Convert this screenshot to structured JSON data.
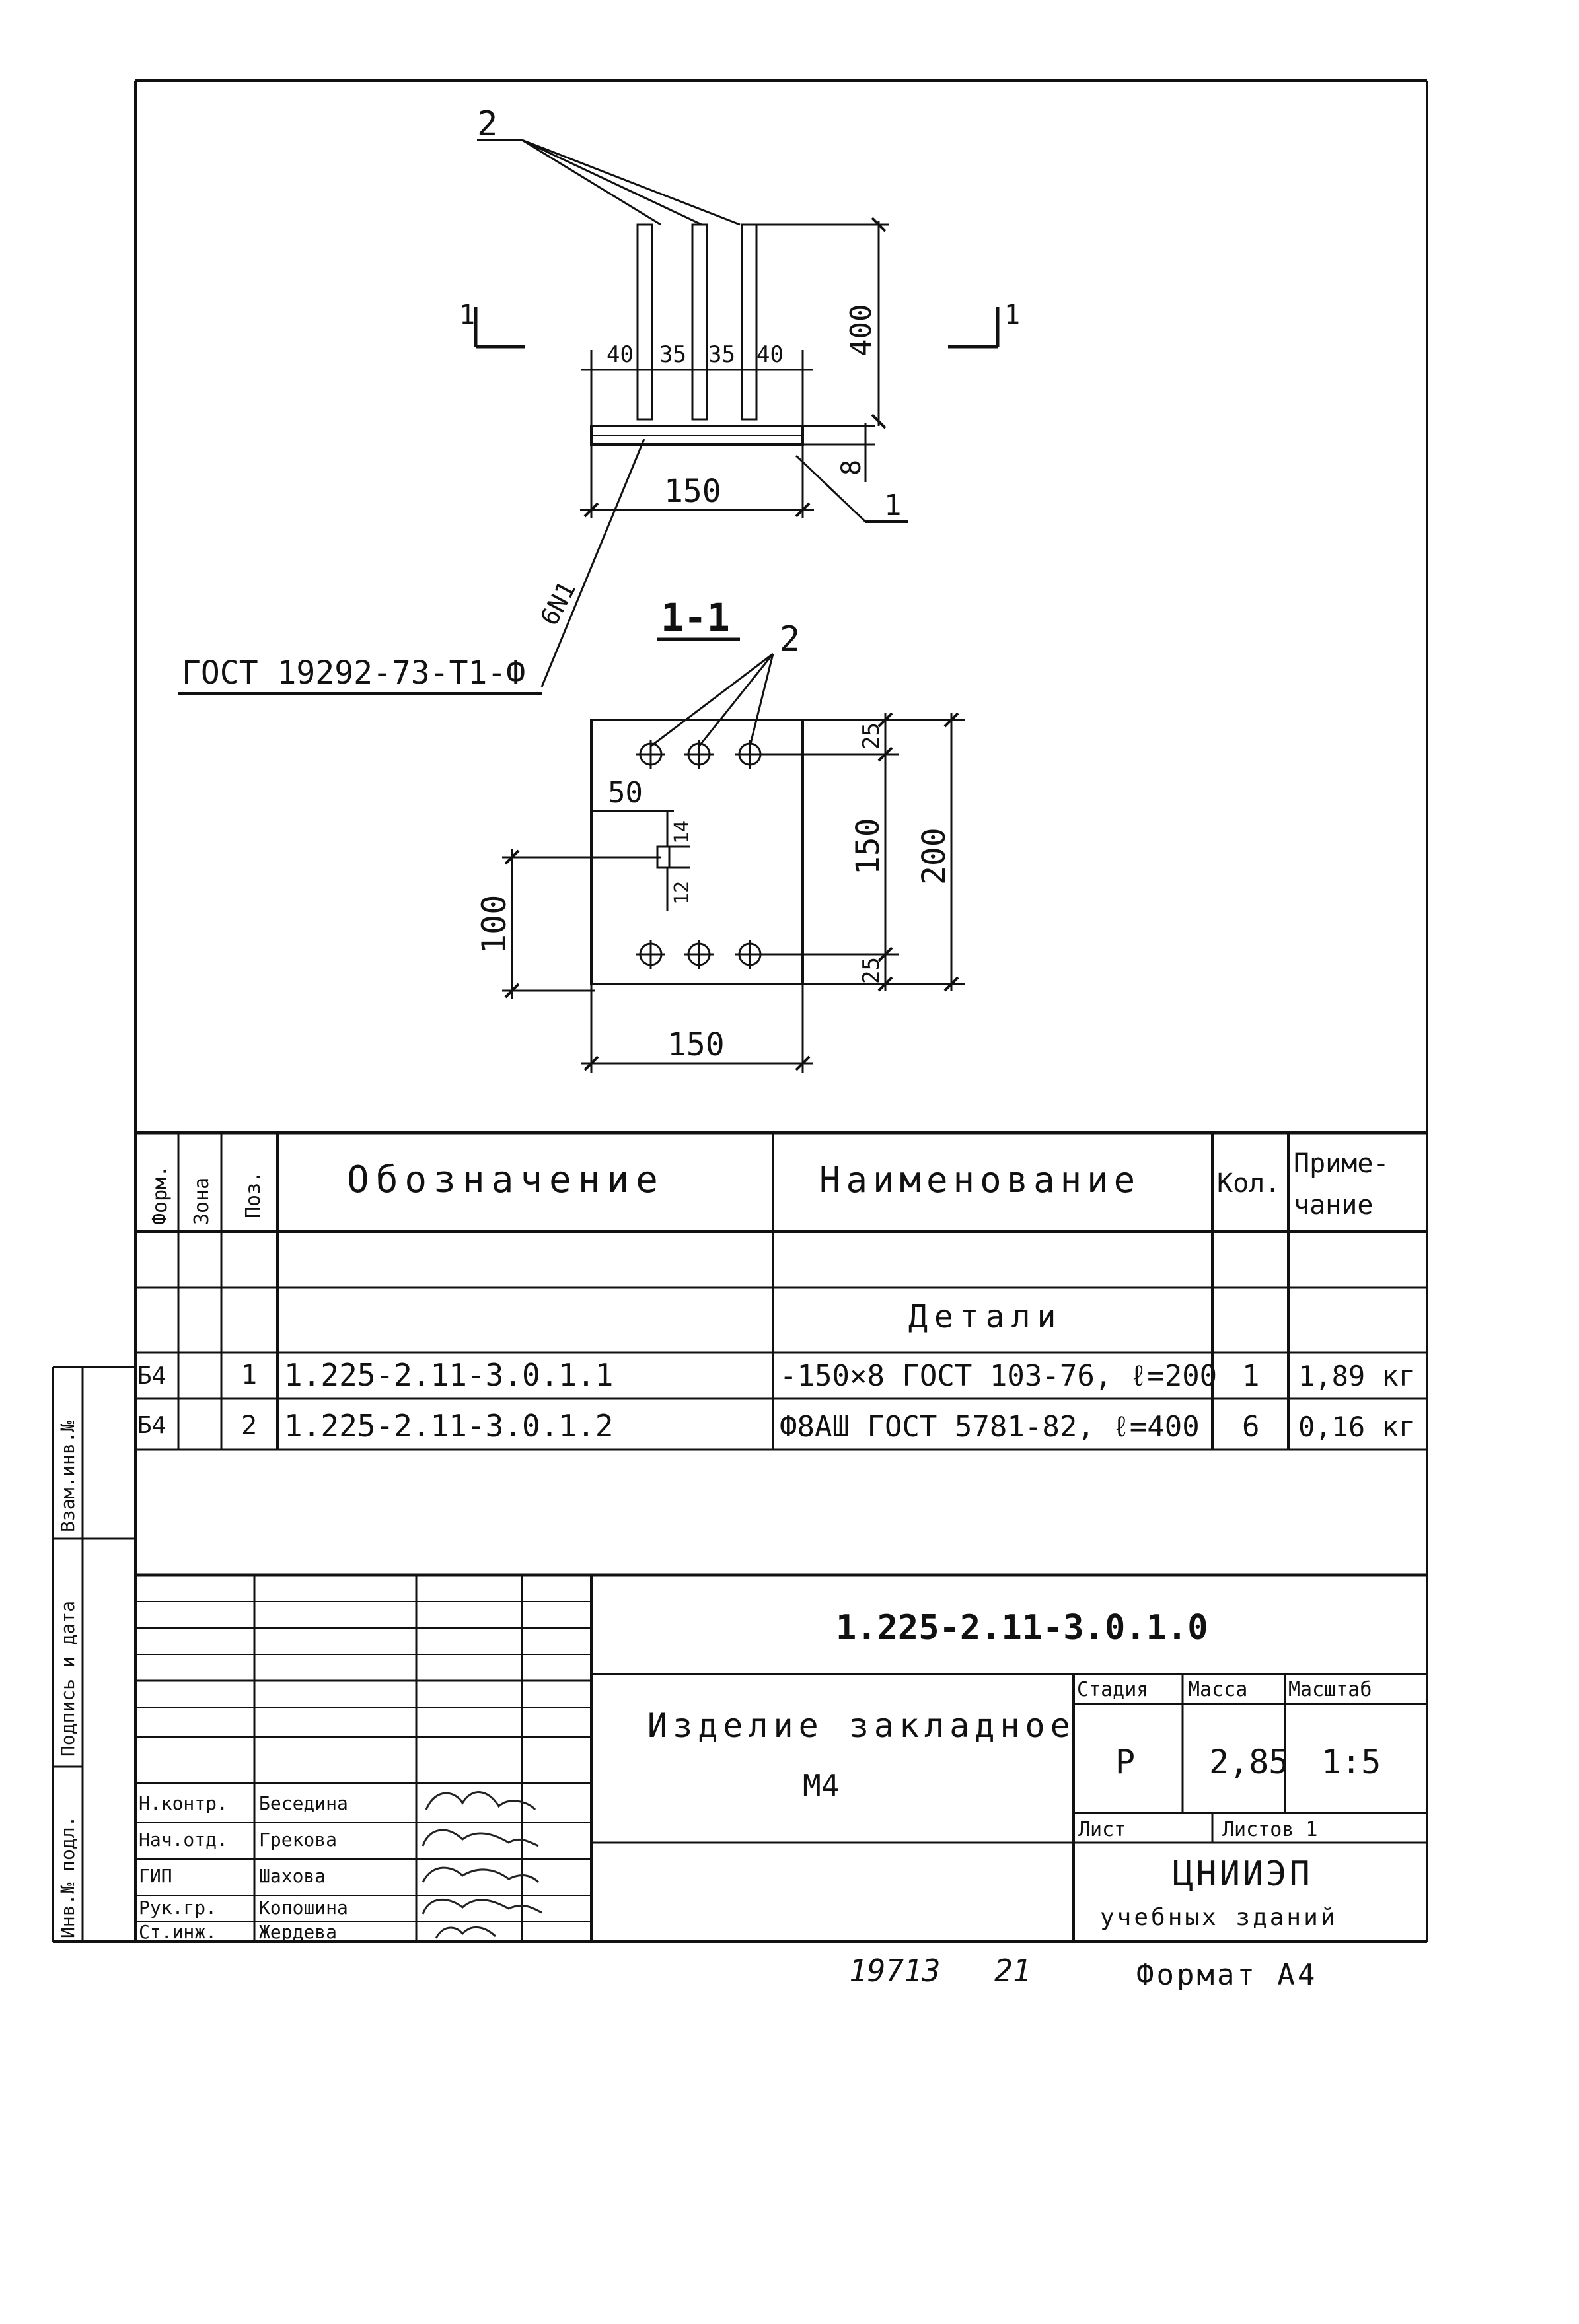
{
  "drawing": {
    "leader_top": "2",
    "section_left_mark": "1",
    "section_right_mark": "1",
    "dim_40_left": "40",
    "dim_35_a": "35",
    "dim_35_b": "35",
    "dim_40_right": "40",
    "dim_400": "400",
    "dim_8": "8",
    "dim_150_elev": "150",
    "leader_1": "1",
    "weld_mark": "6N1",
    "weld_standard": "ГОСТ 19292-73-Т1-Ф",
    "section_title": "1-1",
    "section_leader": "2",
    "dim_25_top": "25",
    "dim_50": "50",
    "dim_14": "14",
    "dim_12": "12",
    "dim_150_vert": "150",
    "dim_200": "200",
    "dim_100": "100",
    "dim_25_bottom": "25",
    "dim_150_plan": "150"
  },
  "spec": {
    "headers": {
      "format": "Форм.",
      "zone": "Зона",
      "pos": "Поз.",
      "designation": "Обозначение",
      "name": "Наименование",
      "qty": "Кол.",
      "note_line1": "Приме-",
      "note_line2": "чание"
    },
    "section_label": "Детали",
    "rows": [
      {
        "format": "Б4",
        "zone": "",
        "pos": "1",
        "designation": "1.225-2.11-3.0.1.1",
        "name": "-150×8 ГОСТ 103-76, ℓ=200",
        "qty": "1",
        "note": "1,89 кг"
      },
      {
        "format": "Б4",
        "zone": "",
        "pos": "2",
        "designation": "1.225-2.11-3.0.1.2",
        "name": "Ф8АШ ГОСТ 5781-82, ℓ=400",
        "qty": "6",
        "note": "0,16 кг"
      }
    ]
  },
  "side_labels": {
    "inv_dupl": "Взам.инв.№",
    "sign_date": "Подпись и дата",
    "inv_orig": "Инв.№ подл."
  },
  "title_block": {
    "doc_code": "1.225-2.11-3.0.1.0",
    "title_line1": "Изделие закладное",
    "title_line2": "М4",
    "stage_label": "Стадия",
    "mass_label": "Масса",
    "scale_label": "Масштаб",
    "stage": "Р",
    "mass": "2,85",
    "scale": "1:5",
    "sheet_label": "Лист",
    "sheets_label": "Листов 1",
    "org_line1": "ЦНИИЭП",
    "org_line2": "учебных зданий",
    "signatures": [
      {
        "role": "Н.контр.",
        "name": "Беседина"
      },
      {
        "role": "Нач.отд.",
        "name": "Грекова"
      },
      {
        "role": "ГИП",
        "name": "Шахова"
      },
      {
        "role": "Рук.гр.",
        "name": "Копошина"
      },
      {
        "role": "Ст.инж.",
        "name": "Жердева"
      }
    ]
  },
  "footer": {
    "number": "19713",
    "suffix": "21",
    "format": "Формат А4"
  }
}
